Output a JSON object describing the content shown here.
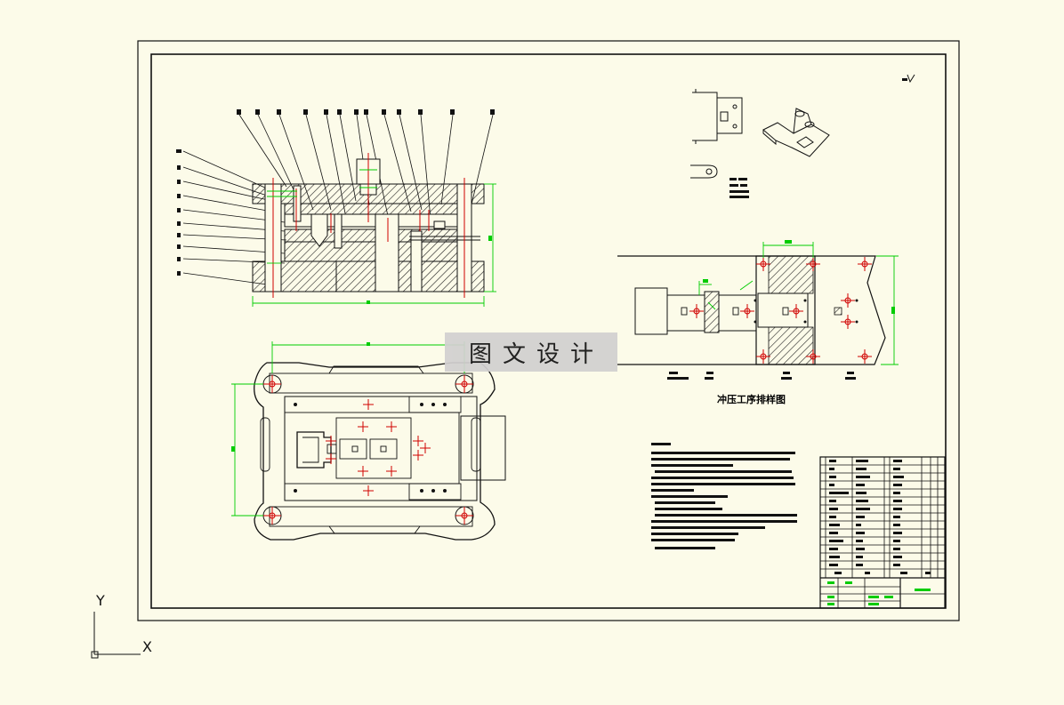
{
  "watermark": {
    "text": "图文设计"
  },
  "section_title": "冲压工序排样图",
  "ucs": {
    "x_label": "X",
    "y_label": "Y"
  },
  "colors": {
    "background": "#FCFBE9",
    "line": "#111111",
    "dimension": "#00CC00",
    "center_mark": "#D00000",
    "hatch": "#222222",
    "watermark_bg": "#D2D0D0"
  },
  "icons": [
    "surface-roughness-icon",
    "ucs-icon"
  ]
}
